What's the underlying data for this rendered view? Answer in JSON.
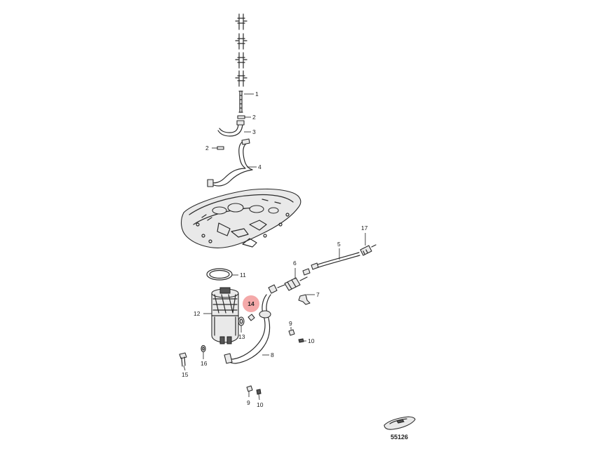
{
  "diagram": {
    "figure_number": "55126",
    "highlight_color": "#f4a9a9",
    "highlighted_callout": "14",
    "callouts": [
      {
        "id": "c1",
        "label": "1"
      },
      {
        "id": "c2a",
        "label": "2"
      },
      {
        "id": "c3",
        "label": "3"
      },
      {
        "id": "c2b",
        "label": "2"
      },
      {
        "id": "c4",
        "label": "4"
      },
      {
        "id": "c17",
        "label": "17"
      },
      {
        "id": "c5",
        "label": "5"
      },
      {
        "id": "c11",
        "label": "11"
      },
      {
        "id": "c6",
        "label": "6"
      },
      {
        "id": "c7",
        "label": "7"
      },
      {
        "id": "c14",
        "label": "14"
      },
      {
        "id": "c12",
        "label": "12"
      },
      {
        "id": "c13",
        "label": "13"
      },
      {
        "id": "c9a",
        "label": "9"
      },
      {
        "id": "c10a",
        "label": "10"
      },
      {
        "id": "c8",
        "label": "8"
      },
      {
        "id": "c16",
        "label": "16"
      },
      {
        "id": "c15",
        "label": "15"
      },
      {
        "id": "c9b",
        "label": "9"
      },
      {
        "id": "c10b",
        "label": "10"
      }
    ]
  }
}
